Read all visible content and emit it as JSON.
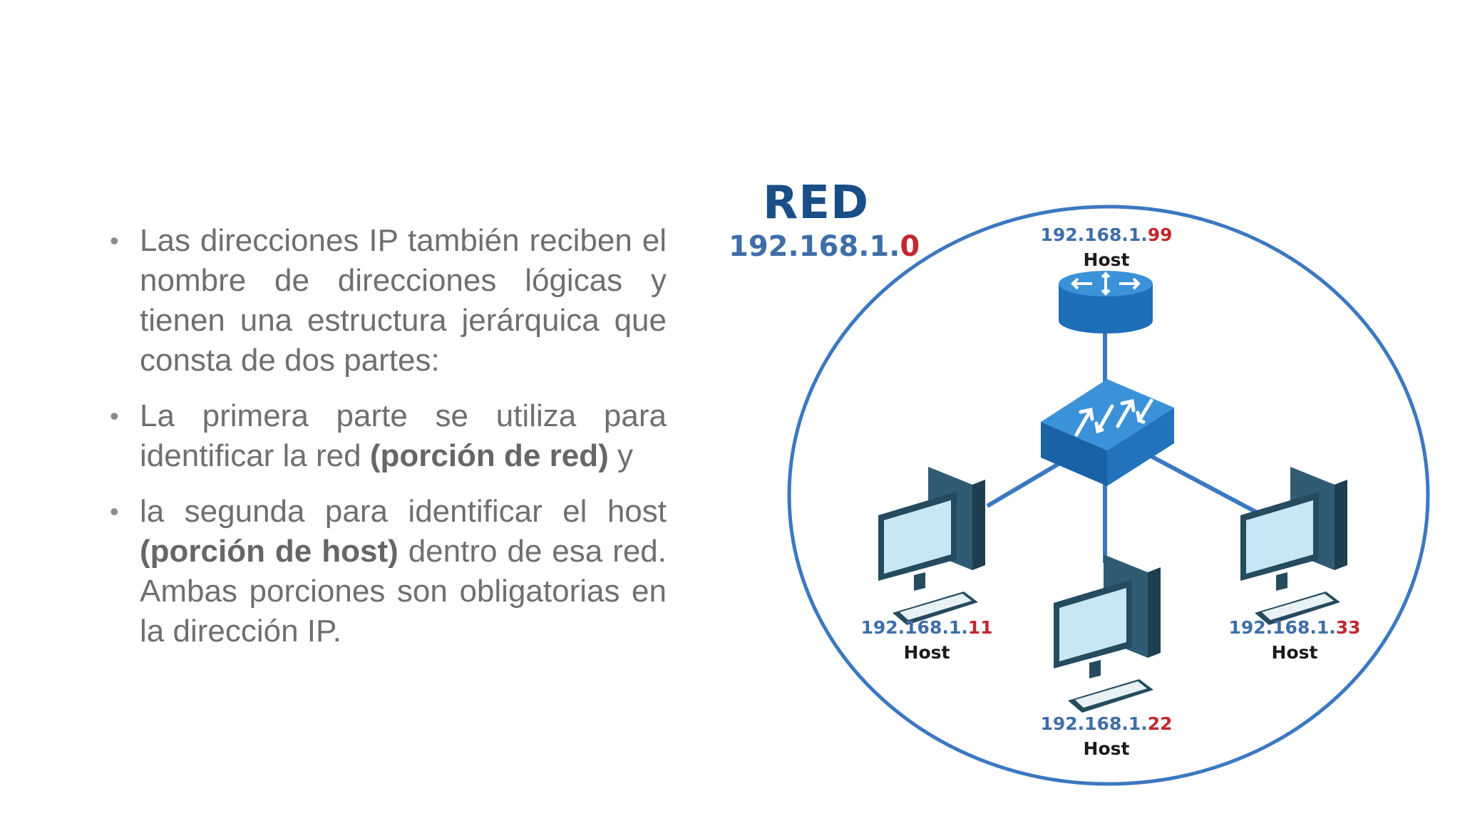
{
  "bullets": [
    {
      "text_before": "Las direcciones IP también reciben el nombre de direcciones lógicas y tienen una estructura jerárquica que consta de dos partes:",
      "bold": "",
      "text_after": ""
    },
    {
      "text_before": " La primera parte se utiliza para identificar la red ",
      "bold": "(porción de red)",
      "text_after": " y"
    },
    {
      "text_before": " la segunda para identificar el host ",
      "bold": "(porción de host)",
      "text_after": " dentro de esa red. Ambas porciones son obligatorias en la dirección IP."
    }
  ],
  "diagram": {
    "title": "RED",
    "network_ip": {
      "prefix": "192.168.1.",
      "last": "0"
    },
    "nodes": [
      {
        "id": "router",
        "prefix": "192.168.1.",
        "last": "99",
        "label": "Host",
        "icon": "router-icon"
      },
      {
        "id": "pc-left",
        "prefix": "192.168.1.",
        "last": "11",
        "label": "Host",
        "icon": "desktop-computer-icon"
      },
      {
        "id": "pc-bottom",
        "prefix": "192.168.1.",
        "last": "22",
        "label": "Host",
        "icon": "desktop-computer-icon"
      },
      {
        "id": "pc-right",
        "prefix": "192.168.1.",
        "last": "33",
        "label": "Host",
        "icon": "desktop-computer-icon"
      }
    ],
    "switch_icon": "network-switch-icon",
    "colors": {
      "circle": "#3c78c0",
      "ip_blue": "#3e6ea8",
      "ip_red": "#c0282e",
      "title": "#1a4e86",
      "device_blue": "#1e6fb8",
      "computer_dark": "#254b5e",
      "screen": "#c9e6f4"
    }
  }
}
